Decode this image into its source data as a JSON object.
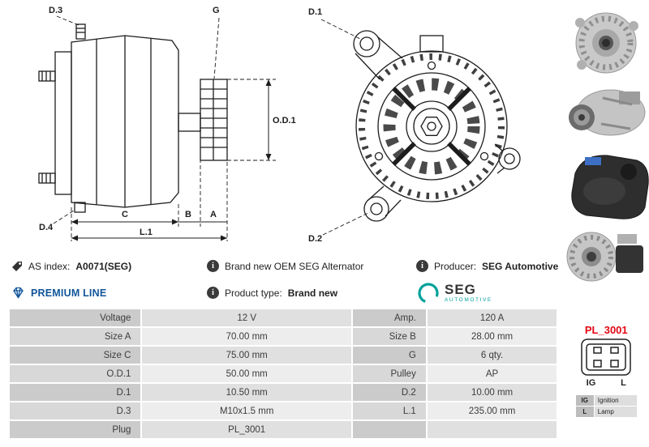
{
  "drawings": {
    "side": {
      "d3": "D.3",
      "g": "G",
      "od1": "O.D.1",
      "d4": "D.4",
      "c": "C",
      "b": "B",
      "a": "A",
      "l1": "L.1"
    },
    "front": {
      "d1": "D.1",
      "d2": "D.2"
    }
  },
  "icons": {
    "info_glyph": "i"
  },
  "info": {
    "as_index_label": "AS index:",
    "as_index_value": "A0071(SEG)",
    "brand_new": "Brand new OEM SEG Alternator",
    "producer_label": "Producer:",
    "producer_value": "SEG Automotive",
    "premium_line": "PREMIUM LINE",
    "product_type_label": "Product type:",
    "product_type_value": "Brand new"
  },
  "logo": {
    "name": "SEG",
    "sub": "AUTOMOTIVE"
  },
  "plug": {
    "code": "PL_3001",
    "pin1": "IG",
    "pin2": "L",
    "legend": [
      {
        "key": "IG",
        "value": "Ignition"
      },
      {
        "key": "L",
        "value": "Lamp"
      }
    ]
  },
  "table": {
    "rows": [
      [
        "Voltage",
        "12 V",
        "Amp.",
        "120 A"
      ],
      [
        "Size A",
        "70.00 mm",
        "Size B",
        "28.00 mm"
      ],
      [
        "Size C",
        "75.00 mm",
        "G",
        "6 qty."
      ],
      [
        "O.D.1",
        "50.00 mm",
        "Pulley",
        "AP"
      ],
      [
        "D.1",
        "10.50 mm",
        "D.2",
        "10.00 mm"
      ],
      [
        "D.3",
        "M10x1.5 mm",
        "L.1",
        "235.00 mm"
      ],
      [
        "Plug",
        "PL_3001",
        "",
        ""
      ]
    ]
  },
  "colors": {
    "premium_blue": "#10559a",
    "plug_red": "#e30613",
    "seg_teal": "#00a19b",
    "table_label_gray": "#cbcbcb"
  }
}
